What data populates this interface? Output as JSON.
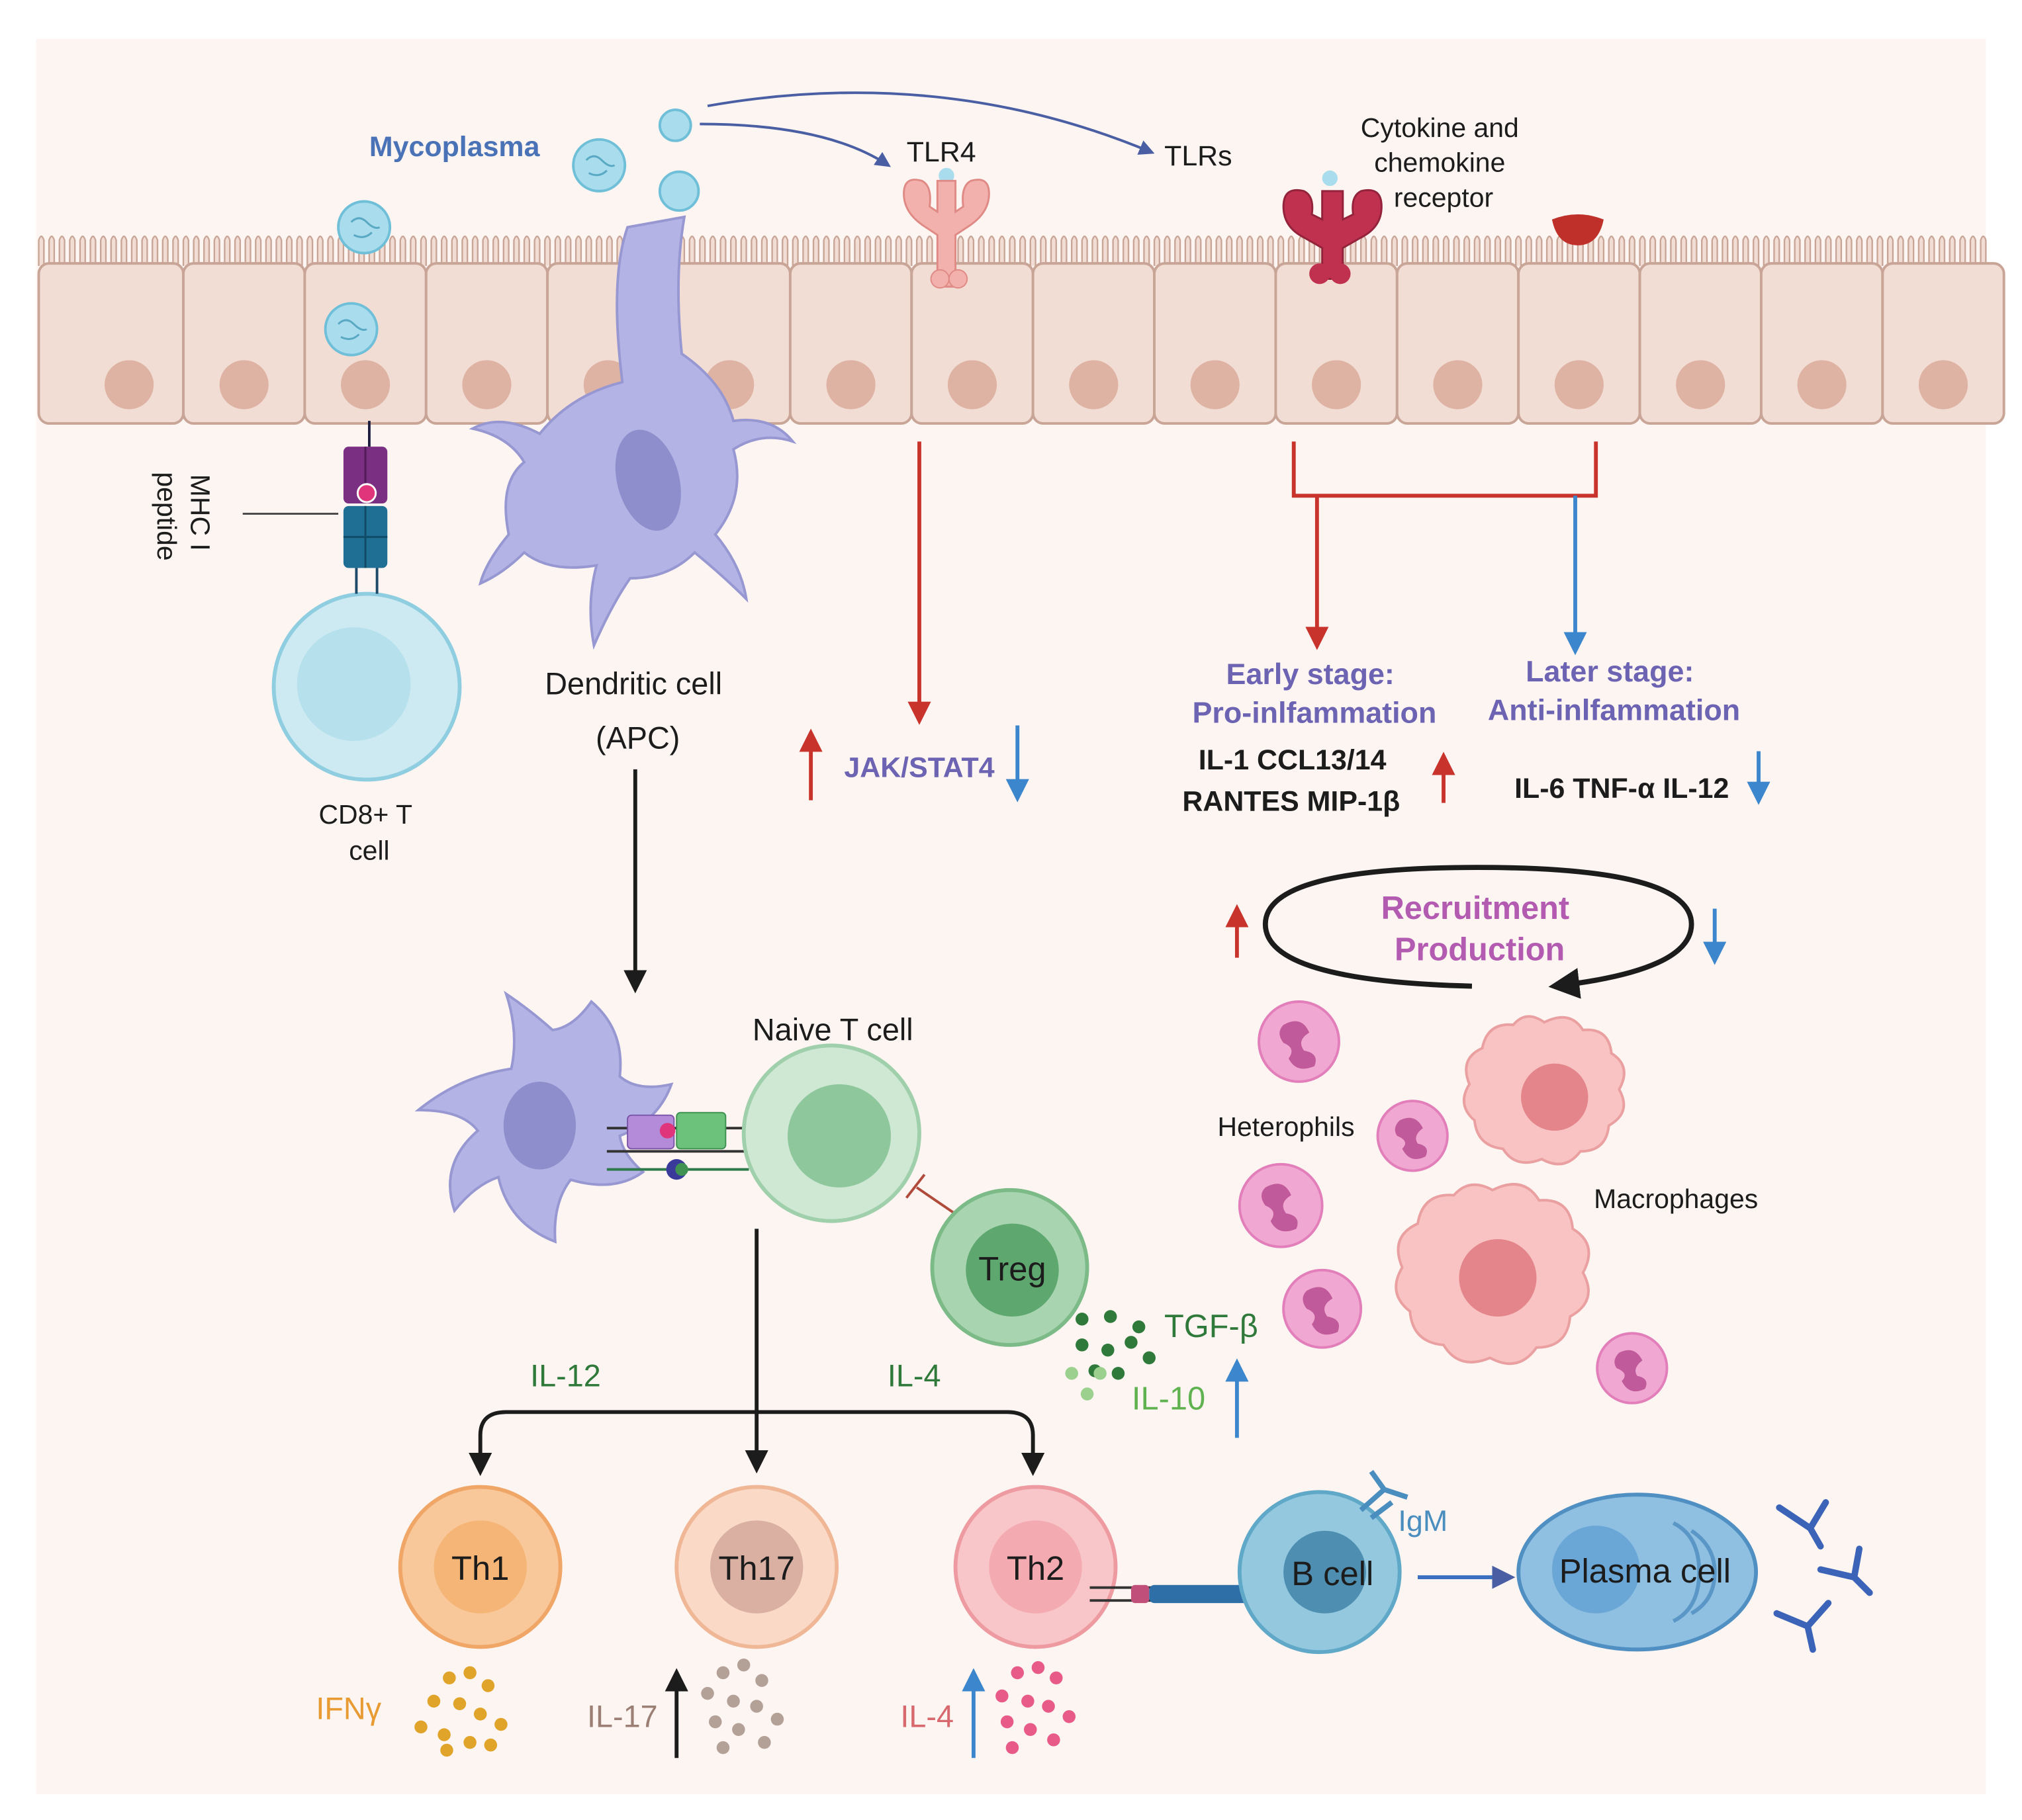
{
  "labels": {
    "mycoplasma": "Mycoplasma",
    "tlr4": "TLR4",
    "tlrs": "TLRs",
    "cytokine_receptor": [
      "Cytokine and",
      "chemokine",
      "receptor"
    ],
    "mhc": [
      "MHC I",
      "peptide"
    ],
    "cd8": [
      "CD8+ T",
      "cell"
    ],
    "dendritic": [
      "Dendritic cell",
      "(APC)"
    ],
    "jak_stat": "JAK/STAT4",
    "early_stage": [
      "Early stage:",
      "Pro-inlfammation"
    ],
    "later_stage": [
      "Later stage:",
      "Anti-inlfammation"
    ],
    "early_cytokines": [
      "IL-1  CCL13/14",
      "RANTES MIP-1β"
    ],
    "later_cytokines": "IL-6 TNF-α IL-12",
    "cycle": [
      "Recruitment",
      "Production"
    ],
    "heterophils": "Heterophils",
    "macrophages": "Macrophages",
    "naive_t": "Naive T cell",
    "treg": "Treg",
    "tgf_beta": "TGF-β",
    "il10": "IL-10",
    "il12": "IL-12",
    "il4_branch": "IL-4",
    "th1": "Th1",
    "th17": "Th17",
    "th2": "Th2",
    "b_cell": "B cell",
    "igm": "IgM",
    "plasma_cell": "Plasma cell",
    "ifng": "IFNγ",
    "il17": "IL-17",
    "il4_out": "IL-4"
  },
  "colors": {
    "background": "#fdf5f2",
    "epithelium": "#f2ddd4",
    "epithelium_stroke": "#c8a597",
    "nucleus": "#deb3a3",
    "mycoplasma": "#a9dcec",
    "title_blue": "#4a73b7",
    "stage_purple": "#6d63b3",
    "cycle_purple": "#b25bb0",
    "red_arrow": "#c8342c",
    "blue_arrow": "#3b86cc",
    "dendritic": "#b3b3e6",
    "green_cell": "#a8d4b0",
    "th1": "#f5b577",
    "th17": "#f0c7ae",
    "th2": "#f3aab0",
    "b_cell": "#6fb0cf",
    "plasma": "#6aa6d6",
    "heterophil": "#f0a8d2",
    "macrophage": "#f8c3c2"
  }
}
